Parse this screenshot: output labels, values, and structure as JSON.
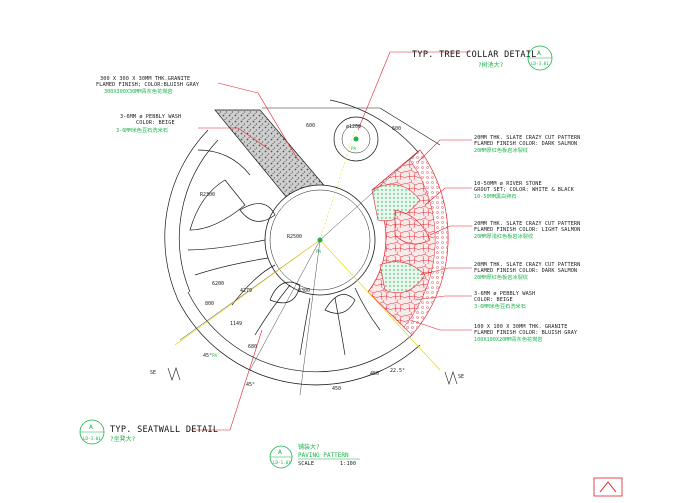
{
  "callouts_left": [
    {
      "text": "300 X 300 X 30MM THK.GRANITE",
      "line2": "FLAMED FINISH; COLOR:BLUISH GRAY",
      "cn": "300X300X30MM青灰色花岗岩"
    },
    {
      "text": "3-6MM ø PEBBLY WASH",
      "line2": "COLOR: BEIGE",
      "cn": "3-6MM米色豆石洗米石"
    }
  ],
  "callouts_right": [
    {
      "text": "20MM THK. SLATE CRAZY CUT PATTERN",
      "line2": "FLAMED FINISH COLOR: DARK SALMON",
      "cn": "20MM厚红色板岩冰裂纹"
    },
    {
      "text": "10-50MM ø RIVER STONE",
      "line2": "GROUT SET; COLOR: WHITE & BLACK",
      "cn": "10-50MM黑白卵石"
    },
    {
      "text": "20MM THK. SLATE CRAZY CUT PATTERN",
      "line2": "FLAMED FINISH COLOR: LIGHT SALMON",
      "cn": "20MM厚浅红色板岩冰裂纹"
    },
    {
      "text": "20MM THK. SLATE CRAZY CUT PATTERN",
      "line2": "FLAMED FINISH COLOR: DARK SALMON",
      "cn": "20MM厚红色板岩冰裂纹"
    },
    {
      "text": "3-6MM ø PEBBLY WASH",
      "line2": "COLOR: BEIGE",
      "cn": "3-6MM米色豆石洗米石"
    },
    {
      "text": "100 X 100 X 30MM THK. GRANITE",
      "line2": "FLAMED FINISH COLOR: BLUISH GRAY",
      "cn": "100X100X20MM青灰色花岗岩"
    }
  ],
  "detail_tree_collar": {
    "title": "TYP. TREE COLLAR DETAIL",
    "cn": "?树池大?",
    "tag_letter": "A",
    "tag_ref": "LD-3.01"
  },
  "detail_seatwall": {
    "title": "TYP. SEATWALL DETAIL",
    "cn": "?坐凳大?",
    "tag_letter": "A",
    "tag_ref": "LD-3.01"
  },
  "plan_title": {
    "cn": "铺装大?",
    "title": "PAVING PATTERN",
    "scale_label": "SCALE",
    "scale_value": "1:100",
    "tag_letter": "A",
    "tag_ref": "LD-1.01"
  },
  "dimensions": {
    "radius": "R2500",
    "d1": "6200",
    "d2": "4279",
    "d3": "680",
    "d4": "1149",
    "d5": "3300",
    "d6": "600",
    "d7": "600",
    "d8": "450",
    "d9": "450",
    "d10": "800",
    "d11": "45°",
    "d12": "45°",
    "d13": "22.5°",
    "d14": "R2300",
    "d15": "ø1200"
  },
  "markers": {
    "pa1": "PA",
    "pa2": "PA",
    "pa3": "PA",
    "s_left": "SE",
    "s_right": "SE"
  },
  "colors": {
    "line": "#1a1a1a",
    "red": "#e0202a",
    "green": "#19b34a",
    "yellow": "#e6d400",
    "gray": "#7a7a7a"
  }
}
